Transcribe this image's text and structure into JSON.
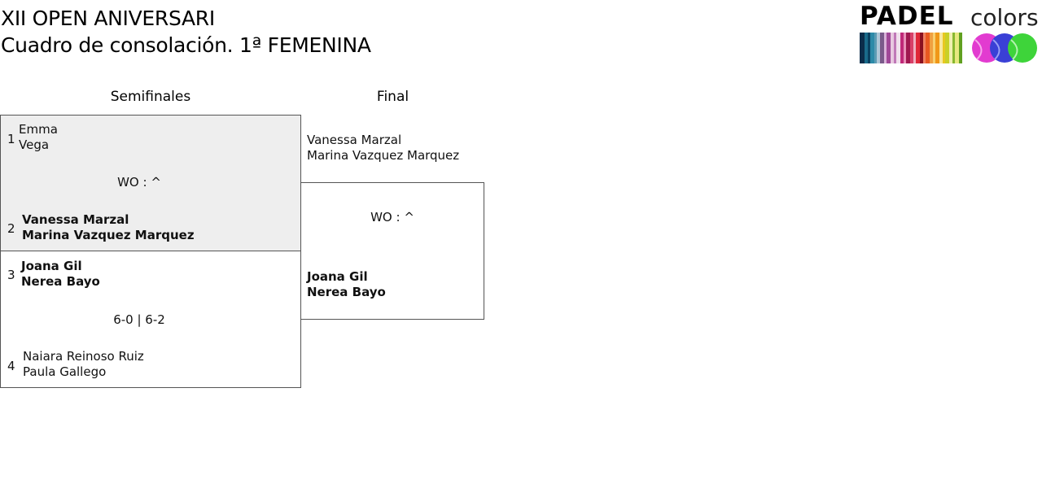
{
  "header": {
    "title_line1": "XII OPEN ANIVERSARI",
    "title_line2": "Cuadro de consolación. 1ª FEMENINA"
  },
  "logo": {
    "word1": "PADEL",
    "word2": "colors",
    "ball_colors": [
      "#e23bd0",
      "#3a40d6",
      "#3ed43a"
    ]
  },
  "rounds": {
    "semifinal_label": "Semifinales",
    "final_label": "Final"
  },
  "semifinals": [
    {
      "top": {
        "seed": "1",
        "player1": "Emma",
        "player2": "Vega",
        "winner": false
      },
      "score": "WO : ^",
      "bottom": {
        "seed": "2",
        "player1": "Vanessa Marzal",
        "player2": "Marina Vazquez Marquez",
        "winner": true
      }
    },
    {
      "top": {
        "seed": "3",
        "player1": "Joana Gil",
        "player2": "Nerea Bayo",
        "winner": true
      },
      "score": "6-0 | 6-2",
      "bottom": {
        "seed": "4",
        "player1": "Naiara Reinoso Ruiz",
        "player2": "Paula Gallego",
        "winner": false
      }
    }
  ],
  "final": {
    "top": {
      "player1": "Vanessa Marzal",
      "player2": "Marina Vazquez Marquez",
      "winner": false
    },
    "score": "WO : ^",
    "bottom": {
      "player1": "Joana Gil",
      "player2": "Nerea Bayo",
      "winner": true
    }
  }
}
